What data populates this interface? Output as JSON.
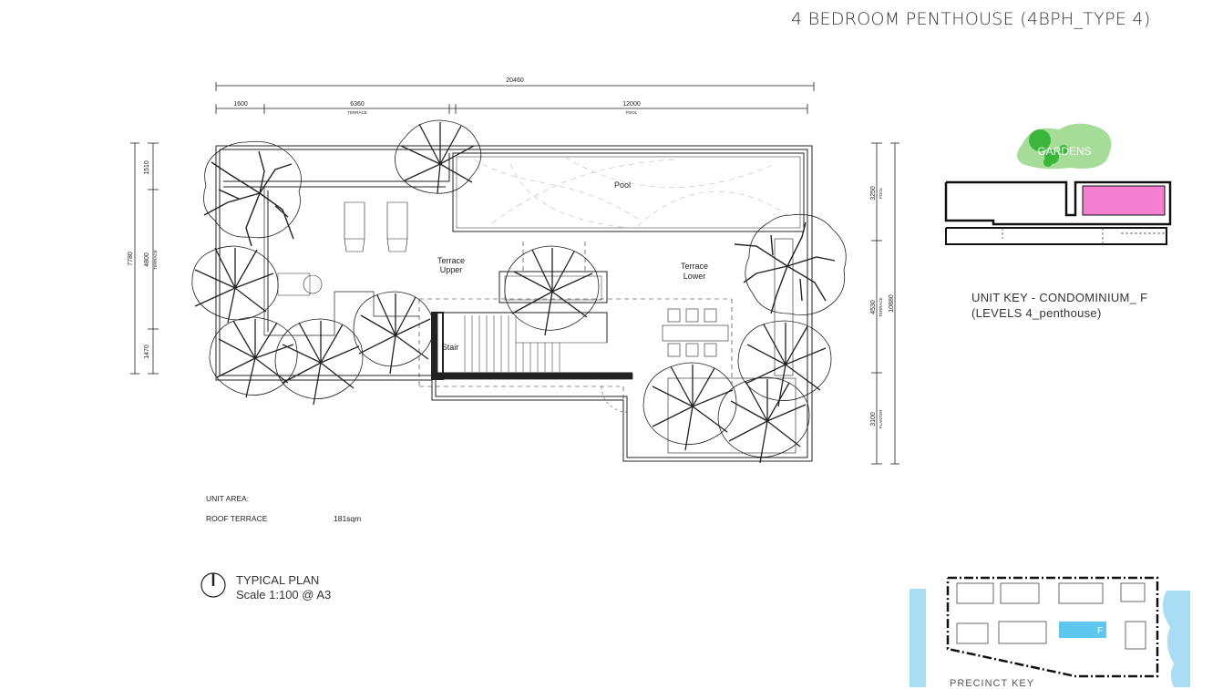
{
  "title": "4 BEDROOM PENTHOUSE (4BPH_TYPE 4)",
  "dimensions": {
    "overall": "20460",
    "segments_top": [
      {
        "value": "1600",
        "label": ""
      },
      {
        "value": "6360",
        "label": "TERRACE"
      },
      {
        "value": "12000",
        "label": "POOL"
      }
    ],
    "left_total": "7780",
    "left_segments": [
      {
        "value": "1510",
        "label": ""
      },
      {
        "value": "4800",
        "label": "TERRACE"
      },
      {
        "value": "1470",
        "label": ""
      }
    ],
    "right_total": "10880",
    "right_segments": [
      {
        "value": "3250",
        "label": "POOL"
      },
      {
        "value": "4530",
        "label": "TERRACE"
      },
      {
        "value": "3100",
        "label": "PLANTER"
      }
    ]
  },
  "rooms": {
    "pool": "Pool",
    "terrace_upper_1": "Terrace",
    "terrace_upper_2": "Upper",
    "terrace_lower_1": "Terrace",
    "terrace_lower_2": "Lower",
    "stair": "Stair"
  },
  "unit_area": {
    "heading": "UNIT AREA:",
    "rows": [
      {
        "label": "ROOF TERRACE",
        "value": "181sqm"
      }
    ]
  },
  "plan": {
    "title": "TYPICAL PLAN",
    "scale": "Scale 1:100 @ A3"
  },
  "unit_key": {
    "line1": "UNIT KEY - CONDOMINIUM_ F",
    "line2": "(LEVELS 4_penthouse)",
    "gardens_label": "GARDENS"
  },
  "precinct": {
    "unit_letter": "F",
    "label": "PRECINCT KEY"
  },
  "colors": {
    "highlight": "#f27fd0",
    "gardens": "#8fd483",
    "garden_dark": "#3bb53b",
    "water": "#a9dcf5"
  }
}
